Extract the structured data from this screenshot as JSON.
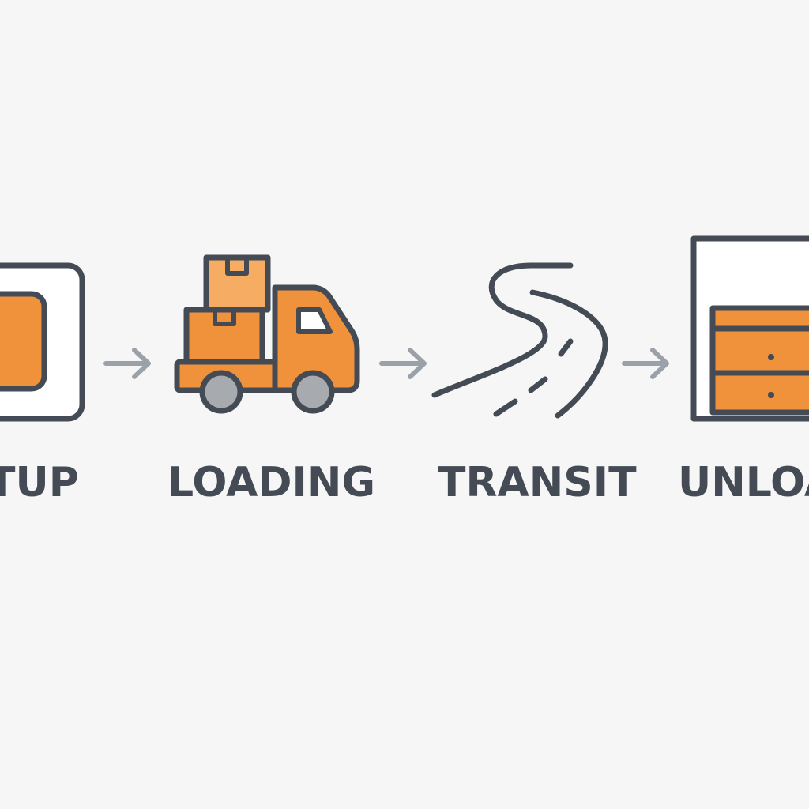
{
  "steps": [
    {
      "label": "TUP",
      "icon": "device-icon"
    },
    {
      "label": "LOADING",
      "icon": "truck-icon"
    },
    {
      "label": "TRANSIT",
      "icon": "road-icon"
    },
    {
      "label": "UNLOA",
      "icon": "warehouse-icon"
    }
  ],
  "colors": {
    "background": "#f6f6f6",
    "outline": "#444b54",
    "accent": "#f0923b",
    "accent_light": "#f6ac62",
    "arrow": "#9aa1a8",
    "wheel_hub": "#a7abb0"
  }
}
